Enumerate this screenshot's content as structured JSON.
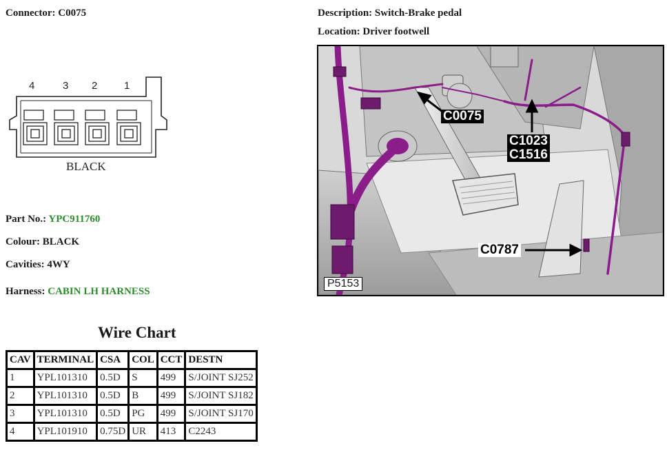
{
  "connector": {
    "label_prefix": "Connector:",
    "id": "C0075",
    "pins": [
      "4",
      "3",
      "2",
      "1"
    ],
    "color_label": "BLACK"
  },
  "description": {
    "prefix": "Description:",
    "value": "Switch-Brake pedal"
  },
  "location": {
    "prefix": "Location:",
    "value": "Driver footwell"
  },
  "details": {
    "part_prefix": "Part No.:",
    "part_value": "YPC911760",
    "colour_prefix": "Colour:",
    "colour_value": "BLACK",
    "cavities_prefix": "Cavities:",
    "cavities_value": "4WY",
    "harness_prefix": "Harness:",
    "harness_value": "CABIN LH HARNESS"
  },
  "wire_chart": {
    "title": "Wire Chart",
    "headers": [
      "CAV",
      "TERMINAL",
      "CSA",
      "COL",
      "CCT",
      "DESTN"
    ],
    "rows": [
      [
        "1",
        "YPL101310",
        "0.5D",
        "S",
        "499",
        "S/JOINT SJ252"
      ],
      [
        "2",
        "YPL101310",
        "0.5D",
        "B",
        "499",
        "S/JOINT SJ182"
      ],
      [
        "3",
        "YPL101310",
        "0.5D",
        "PG",
        "499",
        "S/JOINT SJ170"
      ],
      [
        "4",
        "YPL101910",
        "0.75D",
        "UR",
        "413",
        "C2243"
      ]
    ]
  },
  "photo": {
    "callouts": {
      "c0075": "C0075",
      "c1023": "C1023",
      "c1516": "C1516",
      "c0787": "C0787"
    },
    "figure_code": "P5153"
  },
  "colors": {
    "link_green": "#2e8b2e",
    "harness_purple": "#8a1d8a"
  }
}
